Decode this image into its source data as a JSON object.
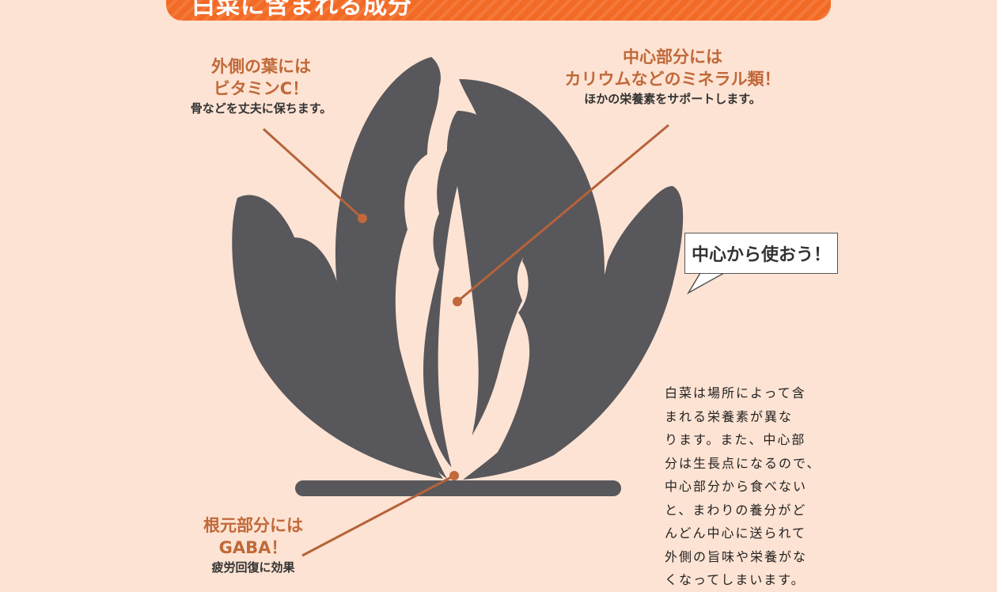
{
  "banner": {
    "title": "白菜に含まれる成分"
  },
  "labels": {
    "outer": {
      "heading1": "外側の葉には",
      "heading2": "ビタミンC！",
      "sub": "骨などを丈夫に保ちます。"
    },
    "center": {
      "heading1": "中心部分には",
      "heading2": "カリウムなどのミネラル類！",
      "sub": "ほかの栄養素をサポートします。"
    },
    "root": {
      "heading1": "根元部分には",
      "heading2": "GABA！",
      "sub": "疲労回復に効果"
    }
  },
  "speech": {
    "text": "中心から使おう！"
  },
  "description": {
    "lines": [
      "白菜は場所によって含",
      "まれる栄養素が異な",
      "ります。また、中心部",
      "分は生長点になるので、",
      "中心部分から食べない",
      "と、まわりの養分がど",
      "んどん中心に送られて",
      "外側の旨味や栄養がな",
      "くなってしまいます。"
    ]
  },
  "colors": {
    "banner": "#f26a25",
    "leaf": "#58575b",
    "accent": "#c0693a",
    "background": "#fde3d3"
  }
}
